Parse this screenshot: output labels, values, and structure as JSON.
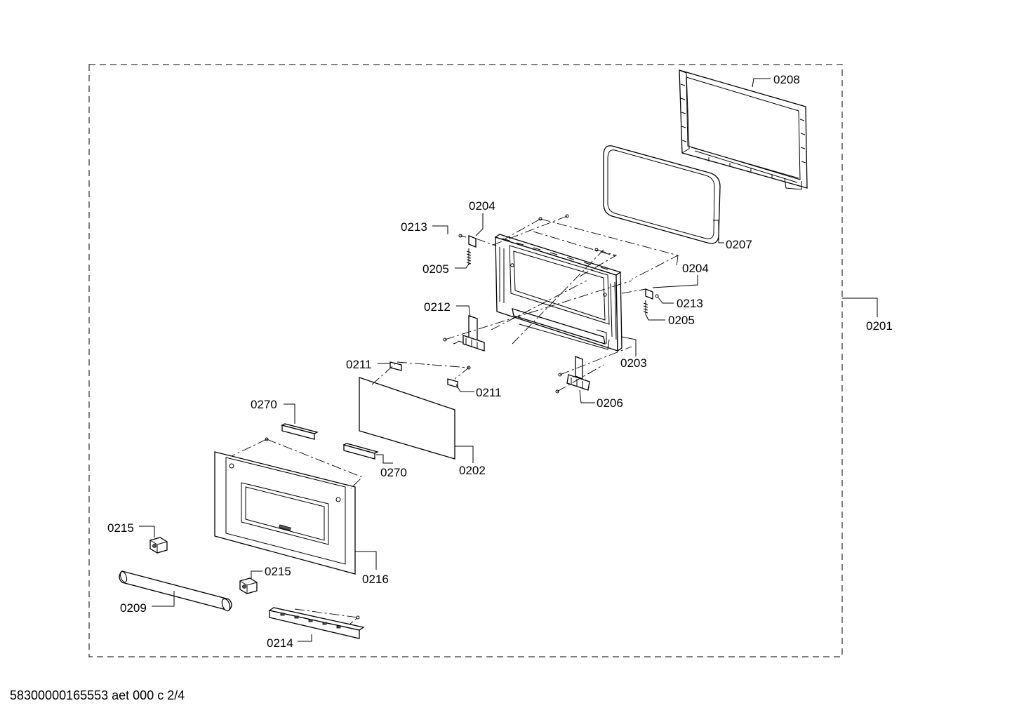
{
  "document": {
    "footer": "58300000165553 aet 000 c 2/4"
  },
  "labels": {
    "p0201": "0201",
    "p0202": "0202",
    "p0203": "0203",
    "p0204a": "0204",
    "p0204b": "0204",
    "p0205a": "0205",
    "p0205b": "0205",
    "p0206": "0206",
    "p0207": "0207",
    "p0208": "0208",
    "p0209": "0209",
    "p0211a": "0211",
    "p0211b": "0211",
    "p0212": "0212",
    "p0213a": "0213",
    "p0213b": "0213",
    "p0214": "0214",
    "p0215a": "0215",
    "p0215b": "0215",
    "p0216": "0216",
    "p0270a": "0270",
    "p0270b": "0270"
  }
}
